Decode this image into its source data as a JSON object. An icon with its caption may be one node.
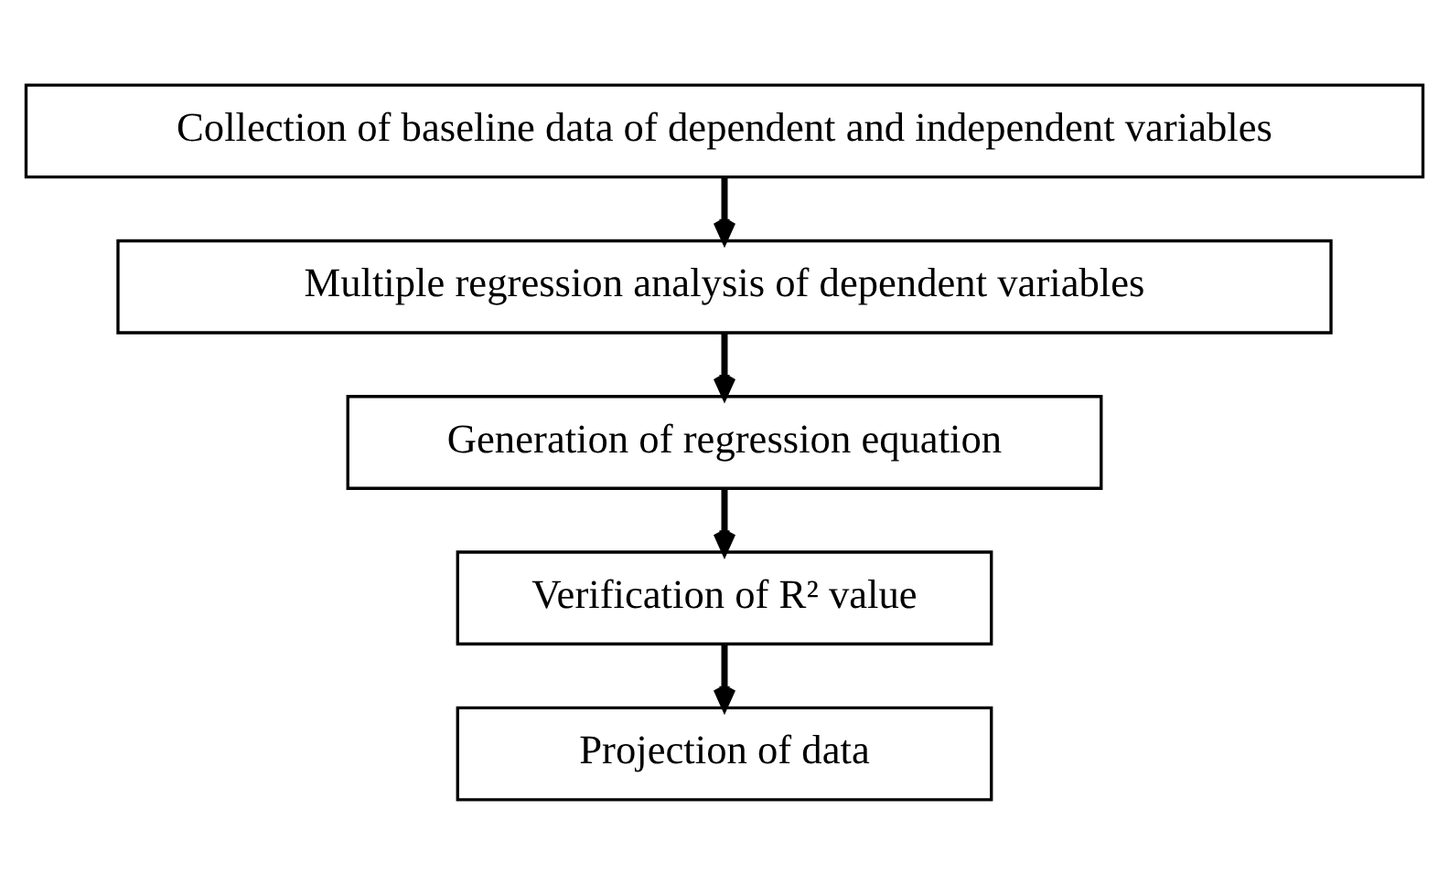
{
  "diagram": {
    "nodes": [
      {
        "text": [
          "Collection of baseline data of dependent and independent variables"
        ]
      },
      {
        "text": [
          "Multiple regression analysis of dependent variables"
        ]
      },
      {
        "text": [
          "Generation of regression equation"
        ]
      },
      {
        "text": [
          "Verification of R² value"
        ]
      },
      {
        "text": [
          "Projection of data"
        ]
      }
    ],
    "edges": [
      {
        "from": 0,
        "to": 1,
        "arrow": "to"
      },
      {
        "from": 1,
        "to": 2,
        "arrow": "to"
      },
      {
        "from": 2,
        "to": 3,
        "arrow": "to"
      },
      {
        "from": 3,
        "to": 4,
        "arrow": "to"
      }
    ]
  }
}
